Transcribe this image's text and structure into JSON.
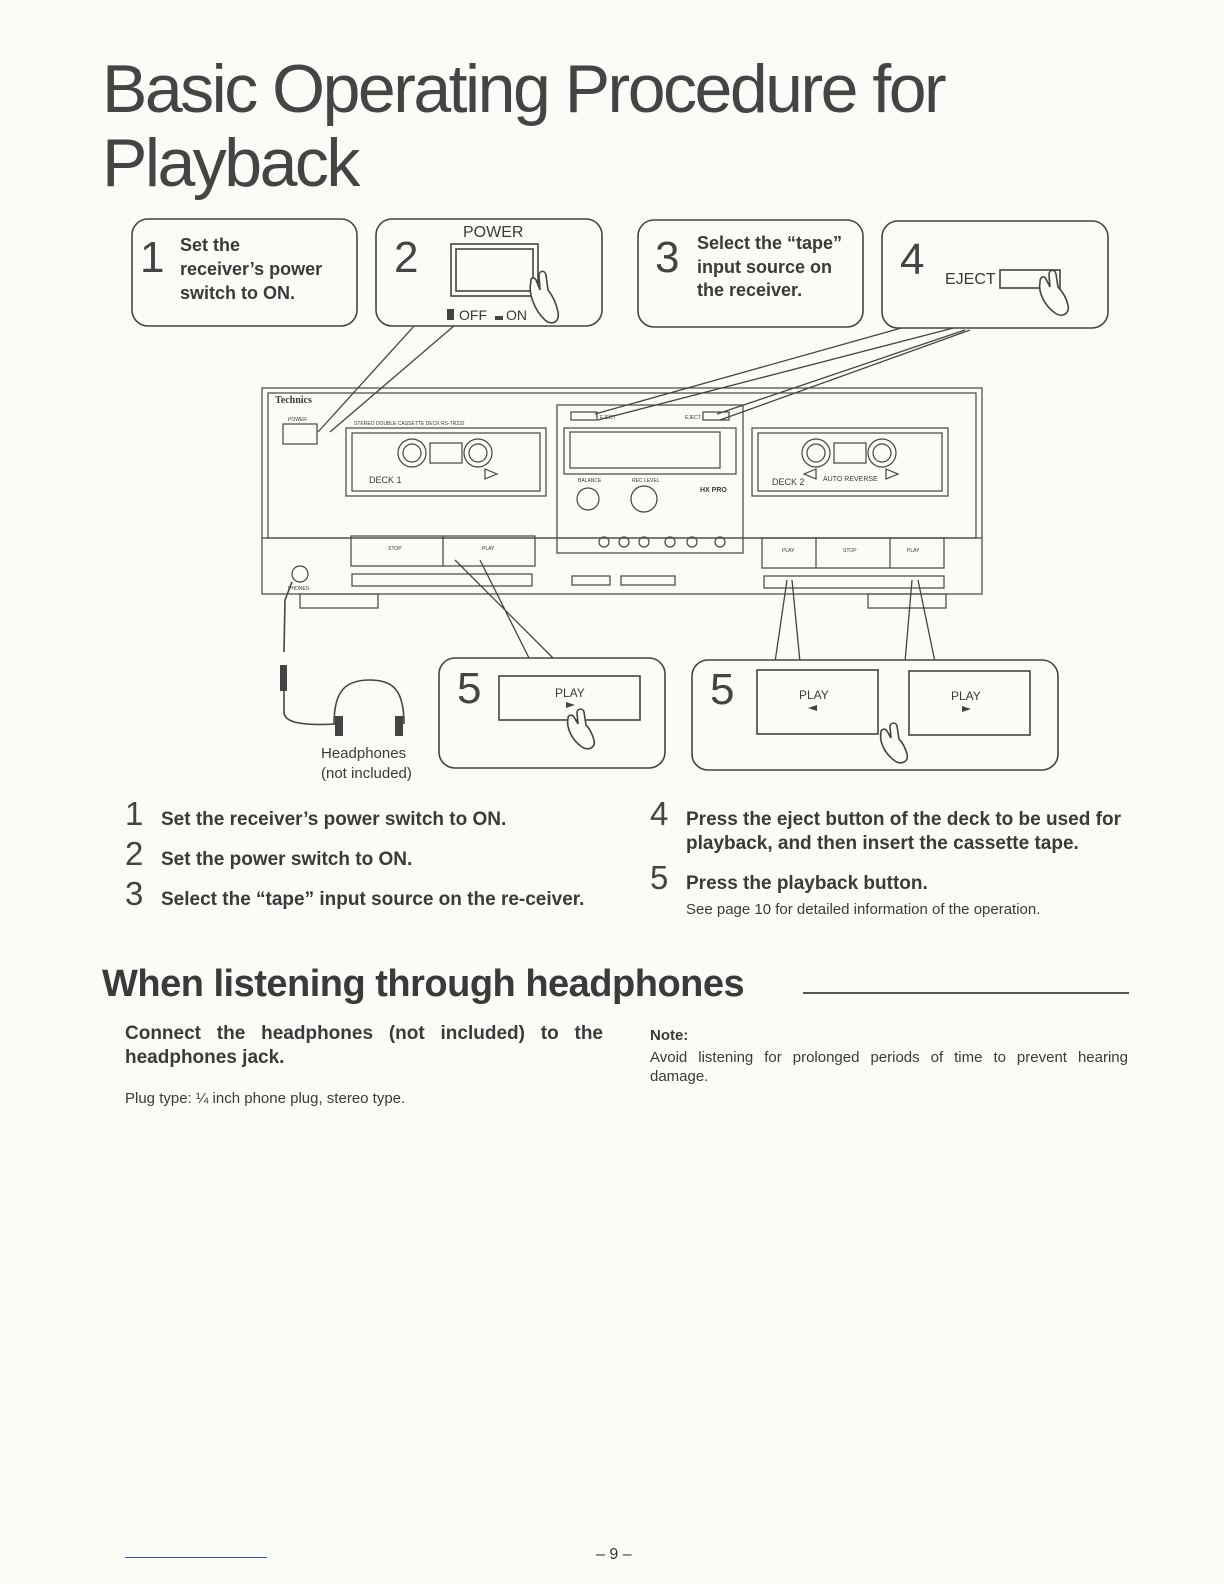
{
  "title": {
    "line1": "Basic Operating Procedure for",
    "line2": "Playback"
  },
  "callouts": {
    "c1": {
      "num": "1",
      "line1": "Set the",
      "line2": "receiver’s power",
      "line3": "switch to ON."
    },
    "c2": {
      "num": "2",
      "power_label": "POWER",
      "off_label": "OFF",
      "on_label": "ON"
    },
    "c3": {
      "num": "3",
      "line1": "Select the “tape”",
      "line2": "input source on",
      "line3": "the receiver."
    },
    "c4": {
      "num": "4",
      "eject_label": "EJECT"
    },
    "c5a": {
      "num": "5",
      "play_label": "PLAY"
    },
    "c5b": {
      "num": "5",
      "play_rev_label": "PLAY",
      "play_fwd_label": "PLAY"
    }
  },
  "deck": {
    "brand": "Technics",
    "power": "POWER",
    "model": "STEREO DOUBLE CASSETTE DECK  RS-TR232",
    "deck1": "DECK 1",
    "deck2": "DECK 2",
    "auto_reverse": "AUTO  REVERSE",
    "eject1": "EJECT",
    "eject2": "EJECT",
    "balance": "BALANCE",
    "rec_level": "REC LEVEL",
    "hx_pro": "HX PRO",
    "stop": "STOP",
    "play": "PLAY",
    "phones": "PHONES"
  },
  "headphones": {
    "label": "Headphones",
    "note": "(not included)"
  },
  "steps_left": [
    {
      "num": "1",
      "text": "Set the receiver’s power switch to ON."
    },
    {
      "num": "2",
      "text": "Set the power switch to ON."
    },
    {
      "num": "3",
      "text": "Select the “tape” input source on the re-ceiver."
    }
  ],
  "steps_right": [
    {
      "num": "4",
      "text": "Press the eject button of the deck to be used for playback, and then insert the cassette tape."
    },
    {
      "num": "5",
      "text": "Press the playback button.",
      "sub": "See page 10 for detailed information of the operation."
    }
  ],
  "headphones_section": {
    "heading": "When listening through headphones",
    "instruction": "Connect the headphones (not included) to the headphones jack.",
    "plug_type": "Plug type:  ¼ inch phone plug, stereo type.",
    "note_label": "Note:",
    "note_text": "Avoid listening for prolonged periods of time to prevent hearing damage."
  },
  "page_number": "– 9 –"
}
